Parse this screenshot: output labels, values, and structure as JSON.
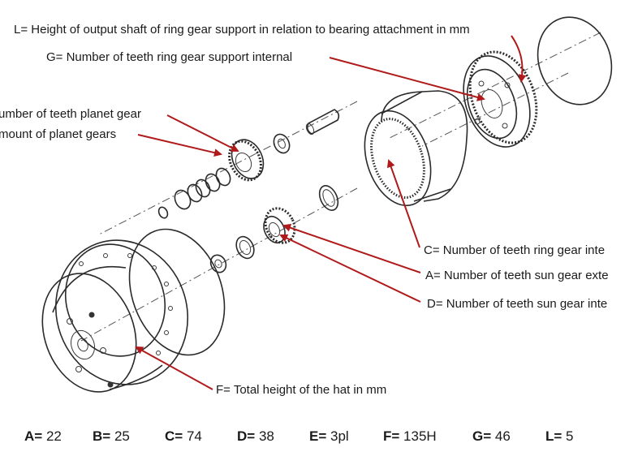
{
  "labels": {
    "L": "L= Height of output shaft of ring gear support in relation to bearing attachment in mm",
    "G": "G= Number of teeth ring gear support internal",
    "B": "umber of teeth planet gear",
    "E": "mount of planet gears",
    "C": "C= Number of teeth ring gear inte",
    "A": "A= Number of teeth sun gear exte",
    "D": "D= Number of teeth sun gear inte",
    "F": "F= Total height of the hat in mm"
  },
  "legend": [
    {
      "key": "A=",
      "value": "22"
    },
    {
      "key": "B=",
      "value": "25"
    },
    {
      "key": "C=",
      "value": "74"
    },
    {
      "key": "D=",
      "value": "38"
    },
    {
      "key": "E=",
      "value": "3pl"
    },
    {
      "key": "F=",
      "value": "135H"
    },
    {
      "key": "G=",
      "value": "46"
    },
    {
      "key": "L=",
      "value": "5"
    }
  ],
  "colors": {
    "arrow": "#b01a1a",
    "ink": "#2a2a2a",
    "text": "#1a1a1a"
  }
}
